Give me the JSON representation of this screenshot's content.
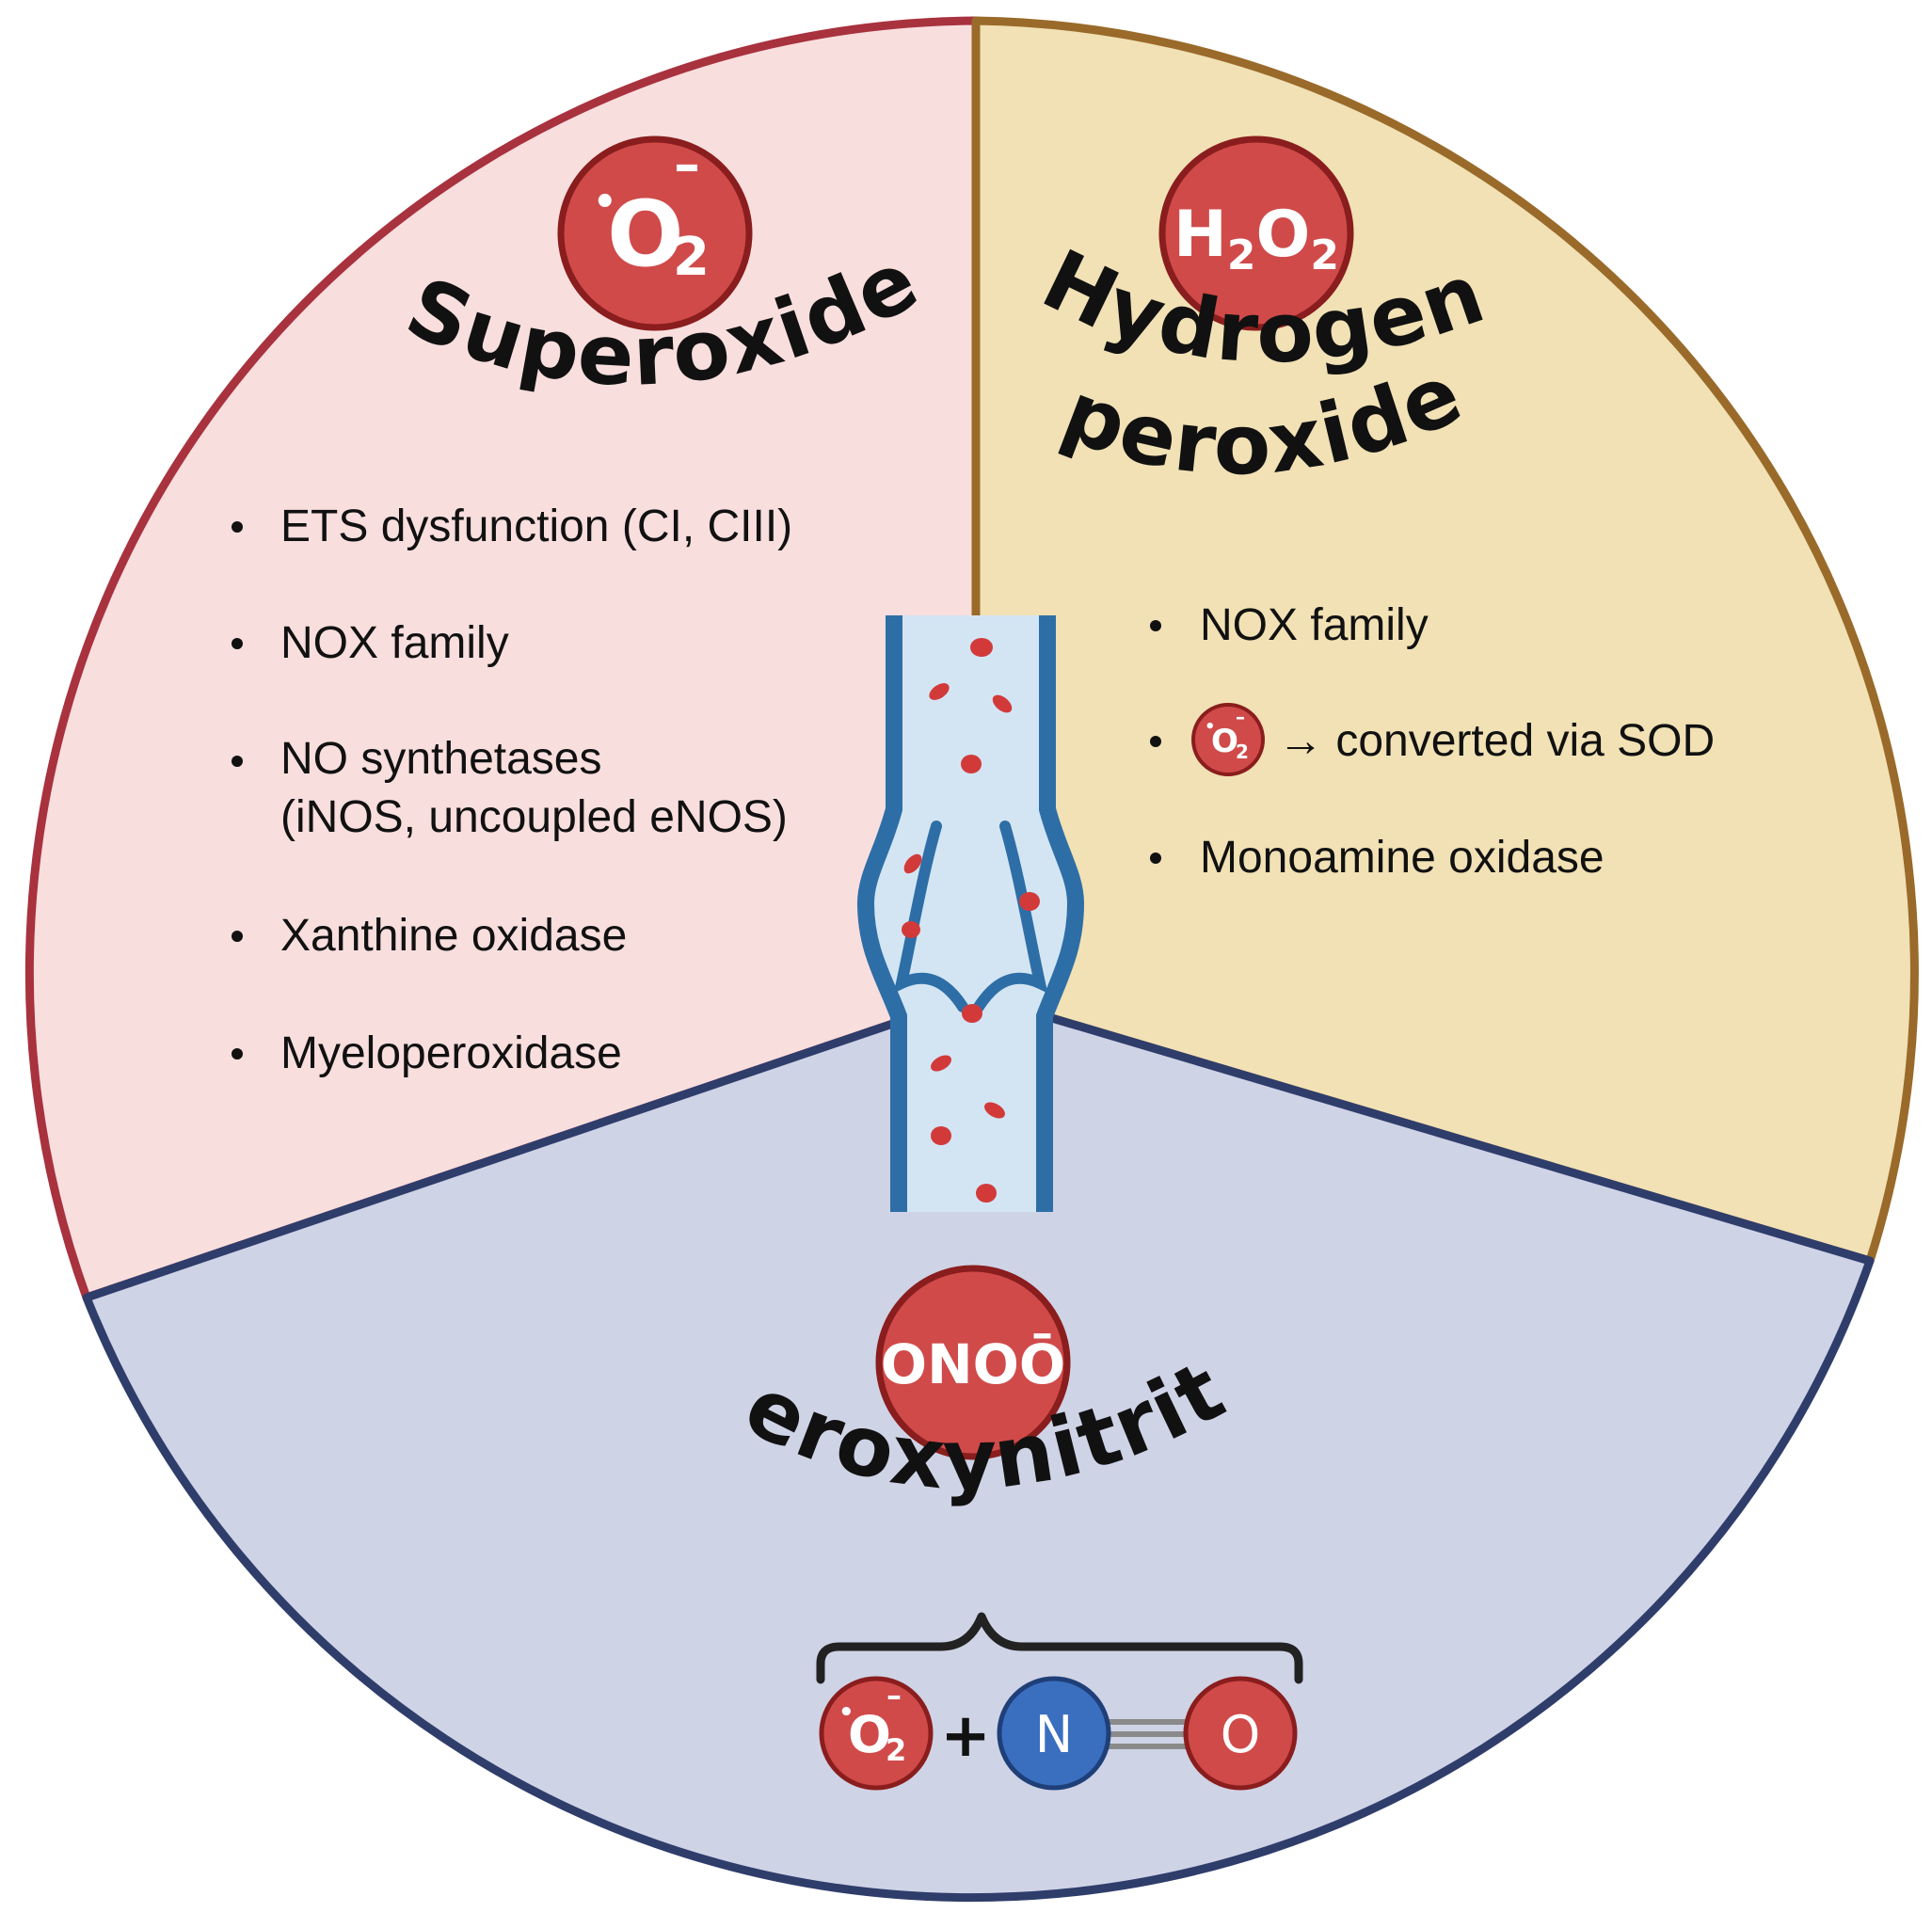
{
  "sections": {
    "superoxide": {
      "title": "Superoxide",
      "badge": {
        "dot": "•",
        "symbol": "O",
        "subscript": "2",
        "superscript": "–"
      },
      "items": [
        "ETS dysfunction (CI, CIII)",
        "NOX family",
        "NO synthetases",
        "(iNOS, uncoupled eNOS)",
        "Xanthine oxidase",
        "Myeloperoxidase"
      ]
    },
    "hydrogen_peroxide": {
      "title_line1": "Hydrogen",
      "title_line2": "peroxide",
      "badge": {
        "h": "H",
        "sub1": "2",
        "o": "O",
        "sub2": "2"
      },
      "items": [
        "NOX family",
        "→ converted via SOD",
        "Monoamine oxidase"
      ]
    },
    "peroxynitrite": {
      "title": "Peroxynitrite",
      "badge": "ONOŌ",
      "reaction": {
        "plus": "+",
        "n": "N",
        "o": "O"
      }
    }
  },
  "colors": {
    "superoxide_fill": "#f9dede",
    "superoxide_stroke": "#a8323e",
    "hydrogen_fill": "#f1e1b5",
    "hydrogen_stroke": "#9a6a2a",
    "peroxynitrite_fill": "#cfd3e6",
    "peroxynitrite_stroke": "#2f3d6b",
    "badge_red": "#d04a4a",
    "badge_red_dark": "#8a1d1d",
    "nitrogen_blue": "#3a6fc0",
    "vessel_blue": "#2e6ea6",
    "vessel_fill": "#d3e5f3",
    "rbc_red": "#d23a3a"
  },
  "icons": [
    "superoxide-badge-icon",
    "hydrogen-peroxide-badge-icon",
    "peroxynitrite-badge-icon",
    "blood-vessel-icon",
    "curly-brace-icon",
    "nitric-oxide-molecule-icon"
  ]
}
